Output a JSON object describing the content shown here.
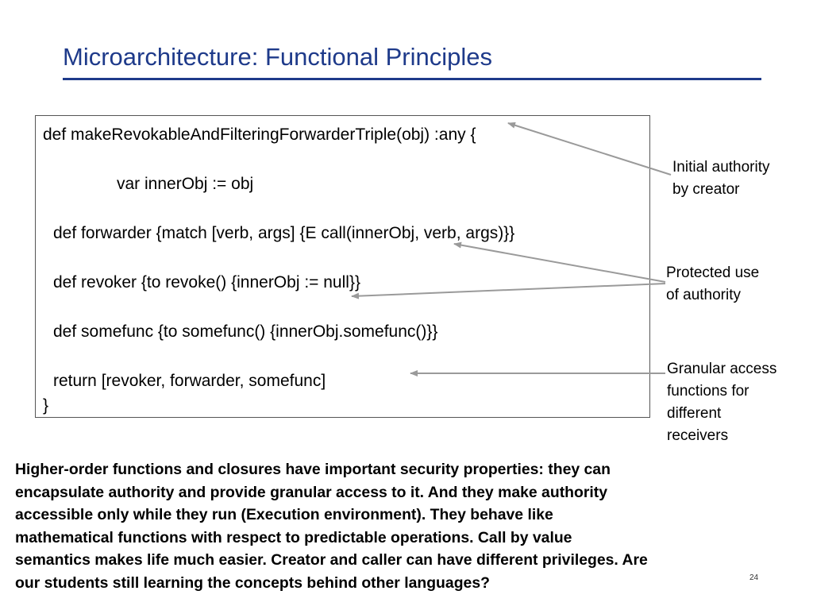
{
  "slide": {
    "title": "Microarchitecture: Functional Principles",
    "page_number": "24"
  },
  "code": {
    "line1": "def makeRevokableAndFilteringForwarderTriple(obj) :any {",
    "line2": "var innerObj := obj",
    "line3": "def forwarder {match [verb, args] {E call(innerObj, verb, args)}}",
    "line4": "def revoker {to revoke() {innerObj := null}}",
    "line5": "def somefunc {to somefunc() {innerObj.somefunc()}}",
    "line6": "return [revoker, forwarder, somefunc]",
    "line7": "}"
  },
  "annotations": {
    "initial_authority": [
      "Initial authority",
      "by creator"
    ],
    "protected_use": [
      "Protected use",
      "of authority"
    ],
    "granular_access": [
      "Granular access",
      "functions for",
      "different",
      "receivers"
    ]
  },
  "summary": [
    "Higher-order functions and closures have important security properties: they can",
    "encapsulate authority and provide granular access to it. And they make authority",
    "accessible only while they run (Execution environment). They behave like",
    "mathematical functions with respect to predictable operations. Call by value",
    "semantics makes life much easier. Creator and caller can have different privileges. Are",
    "our students still learning the concepts behind other languages?"
  ],
  "colors": {
    "title": "#1e3a8a",
    "arrow": "#9a9a9a",
    "box_border": "#555555"
  }
}
